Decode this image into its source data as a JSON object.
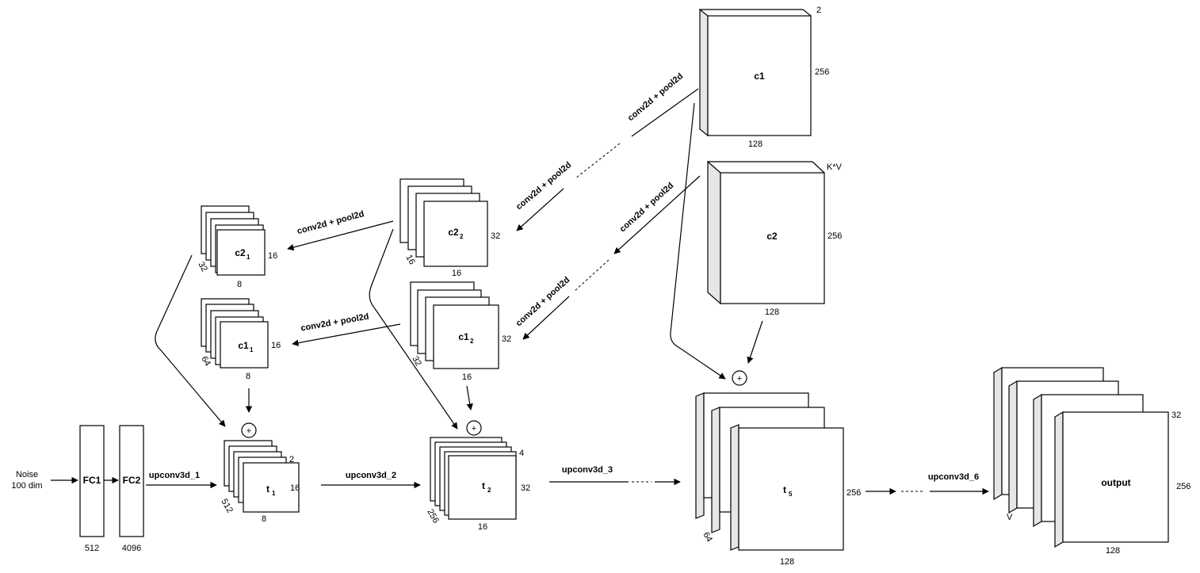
{
  "input": {
    "line1": "Noise",
    "line2": "100 dim"
  },
  "fc1": {
    "label": "FC1",
    "size": "512"
  },
  "fc2": {
    "label": "FC2",
    "size": "4096"
  },
  "ops": {
    "upconv3d_1": "upconv3d_1",
    "upconv3d_2": "upconv3d_2",
    "upconv3d_3": "upconv3d_3",
    "upconv3d_6": "upconv3d_6",
    "conv_pool": "conv2d + pool2d"
  },
  "t1": {
    "label": "t",
    "sub": "1",
    "dim_depth": "2",
    "dim_h": "16",
    "dim_w": "8",
    "dim_ch": "512"
  },
  "t2": {
    "label": "t",
    "sub": "2",
    "dim_depth": "4",
    "dim_h": "32",
    "dim_w": "16",
    "dim_ch": "256"
  },
  "t5": {
    "label": "t",
    "sub": "5",
    "dim_h": "256",
    "dim_w": "128",
    "dim_ch": "64"
  },
  "output": {
    "label": "output",
    "dim_depth": "32",
    "dim_h": "256",
    "dim_w": "128",
    "dim_ch": "V"
  },
  "c1": {
    "label": "c1",
    "dim_depth": "2",
    "dim_h": "256",
    "dim_w": "128"
  },
  "c2": {
    "label": "c2",
    "dim_depth": "K*V",
    "dim_h": "256",
    "dim_w": "128"
  },
  "c2_2": {
    "label": "c2",
    "sub": "2",
    "dim_h": "32",
    "dim_w": "16",
    "dim_ch": "16"
  },
  "c1_2": {
    "label": "c1",
    "sub": "2",
    "dim_h": "32",
    "dim_w": "16",
    "dim_ch": "32"
  },
  "c2_1": {
    "label": "c2",
    "sub": "1",
    "dim_h": "16",
    "dim_w": "8",
    "dim_ch": "32"
  },
  "c1_1": {
    "label": "c1",
    "sub": "1",
    "dim_h": "16",
    "dim_w": "8",
    "dim_ch": "64"
  },
  "plus": "+"
}
